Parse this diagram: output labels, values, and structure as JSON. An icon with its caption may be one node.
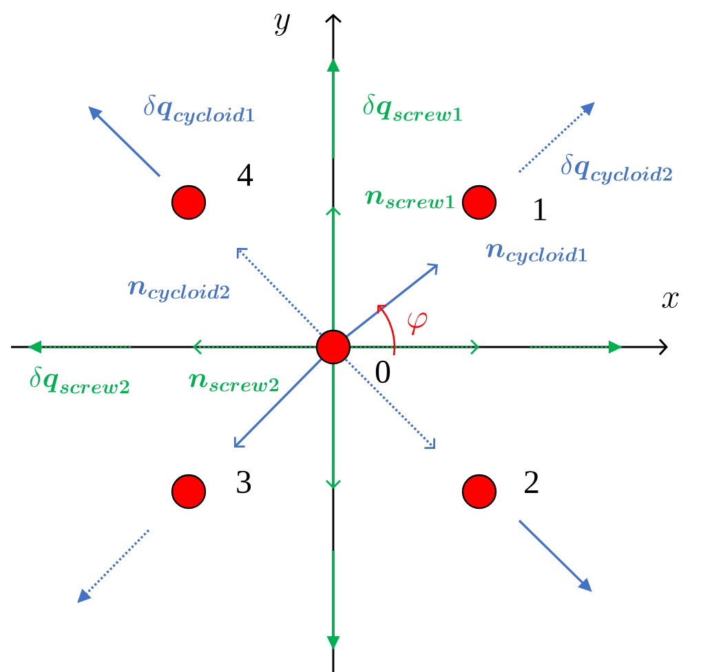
{
  "diagram": {
    "nodes": [
      {
        "text": [],
        "shape": "circle",
        "beside": [
          "4"
        ]
      },
      {
        "text": [],
        "shape": "circle",
        "beside": [
          "1"
        ]
      },
      {
        "text": [],
        "shape": "circle",
        "beside": [
          "0"
        ]
      },
      {
        "text": [],
        "shape": "circle",
        "beside": [
          "3"
        ]
      },
      {
        "text": [],
        "shape": "circle",
        "beside": [
          "2"
        ]
      }
    ],
    "labels": [
      "y",
      "\\delta\\boldsymbol{q}_{\\boldsymbol{cycloid1}}",
      "\\delta\\boldsymbol{q}_{\\boldsymbol{screw1}}",
      "\\delta\\boldsymbol{q}_{\\boldsymbol{cycloid2}}",
      "\\boldsymbol{n}_{\\boldsymbol{screw1}}",
      "\\boldsymbol{n}_{\\boldsymbol{cycloid1}}",
      "\\boldsymbol{n}_{\\boldsymbol{cycloid2}}",
      "x",
      "\\varphi",
      "\\delta\\boldsymbol{q}_{\\boldsymbol{screw2}}",
      "\\boldsymbol{n}_{\\boldsymbol{screw2}}"
    ]
  }
}
